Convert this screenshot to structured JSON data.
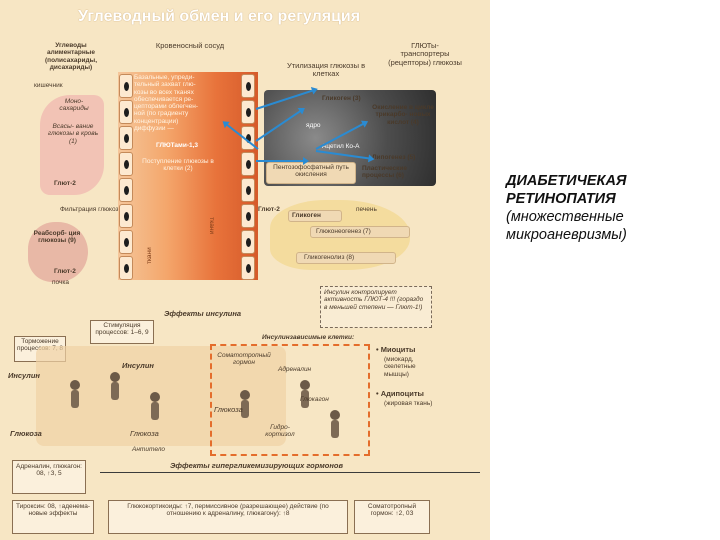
{
  "slide": {
    "title": "Углеводный обмен и его регуляция",
    "caption_line1": "ДИАБЕТИЧЕКАЯ",
    "caption_line2": "РЕТИНОПАТИЯ",
    "caption_line3": "(множественные",
    "caption_line4": "микроаневризмы)"
  },
  "diagram": {
    "left_col": {
      "carbs": "Углеводы алиментарные (полисахариды, дисахариды)",
      "intestine": "кишечник",
      "mono": "Моно- сахариды",
      "absorption": "Всасы- вание глюкозы в кровь (1)",
      "glut2_a": "Глют-2",
      "filtration": "Фильтрация глюкозы",
      "reabsorption": "Реабсорб- ция глюкозы (9)",
      "glut2_b": "Глют-2",
      "kidney": "почка"
    },
    "vessel": {
      "label": "Кровеносный сосуд",
      "text": "Базальные, упреди- тельный захват глю- козы во всех тканях обеспечивается ре- цепторами облегчен- ной (по градиенту концентрации) диффузии —",
      "glut": "ГЛЮТами-1,3",
      "entry": "Поступление глюкозы в клетки (2)",
      "vertical_left": "ткани",
      "vertical_right": "ткани"
    },
    "right_top": {
      "transporters": "ГЛЮТы- транспортеры (рецепторы) глюкозы",
      "utilization": "Утилизация глюкозы в клетках"
    },
    "dark_panel": {
      "glycogen": "Гликоген (3)",
      "oxidation": "Окисление в цикле трикарбо- новых кислот (4)",
      "nucleus": "ядро",
      "acetyl": "Ацетил Ко-А",
      "lipogenesis": "Липогенез (5)",
      "plastic": "Пластические процессы (6)"
    },
    "pentose": "Пентозофосфатный путь окисления",
    "liver": {
      "glut2": "Глют-2",
      "liver": "печень",
      "glycogen": "Гликоген",
      "gluconeo": "Глюконеогенез (7)",
      "glycogenolysis": "Гликогенолиз (8)"
    },
    "insulin_note": "Инсулин контролирует активность ГЛЮТ-4 !!! (гораздо в меньшей степени — Глют-1!)",
    "insulin_effects": {
      "title": "Эффекты инсулина",
      "stimulation": "Стимуляция процессов: 1–6, 9",
      "inhibition": "Торможение процессов: 7, 8",
      "dependent_cells": "Инсулинзависимые клетки:",
      "myocytes": "• Миоциты",
      "myocytes_desc": "(миокард, скелетные мышцы)",
      "adipocytes": "• Адипоциты",
      "adipocytes_desc": "(жировая ткань)"
    },
    "scene": {
      "insulin_left": "Инсулин",
      "insulin_center": "Инсулин",
      "glucose_left": "Глюкоза",
      "glucose_center": "Глюкоза",
      "glucose_bottom": "Глюкоза",
      "somatotropin": "Соматотропный гормон",
      "adrenaline": "Адреналин",
      "glucagon": "Глюкагон",
      "cortisol": "Гидро- кортизол",
      "antibody": "Антитело"
    },
    "hyper": {
      "title": "Эффекты гипергликемизирующих гормонов",
      "adrenaline": "Адреналин, глюкагон: 08, ↑З, 5",
      "thyroxine": "Тироксин: 08, ↑аденема- новые эффекты",
      "glucocorticoids": "Глюкокортикоиды: ↑7, пермиссивное (разрешающее) действие (по отношению к адреналину, глюкагону): ↑8",
      "somatotropin": "Соматотропный гормон: ↑2, 0З"
    }
  },
  "colors": {
    "sheet_bg": "#f7e6c4",
    "vessel": "#e8733b",
    "arrow": "#2a8bd2",
    "dark_panel": "#4d4d4d"
  }
}
